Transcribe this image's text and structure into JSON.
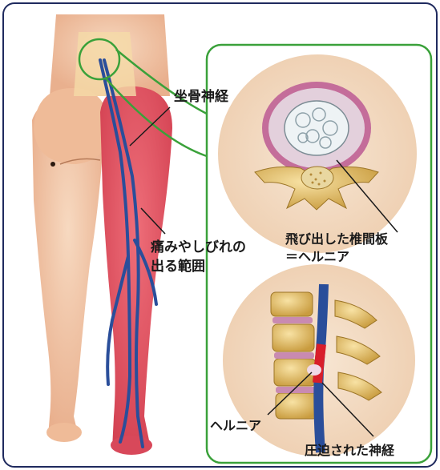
{
  "labels": {
    "sciatic_nerve": "坐骨神経",
    "pain_area_line1": "痛みやしびれの",
    "pain_area_line2": "出る範囲",
    "herniated_disc_line1": "飛び出した椎間板",
    "herniated_disc_line2": "＝ヘルニア",
    "hernia": "ヘルニア",
    "compressed_nerve": "圧迫された神経"
  },
  "colors": {
    "frame_border": "#1f2a5e",
    "callout_green": "#3aa13a",
    "skin": "#f2c9ab",
    "pain_area": "#e2505f",
    "nerve": "#2a4e9a",
    "disc_background": "#f3ddc6",
    "bone": "#e8c56a",
    "hernia_red": "#d81e2a"
  }
}
